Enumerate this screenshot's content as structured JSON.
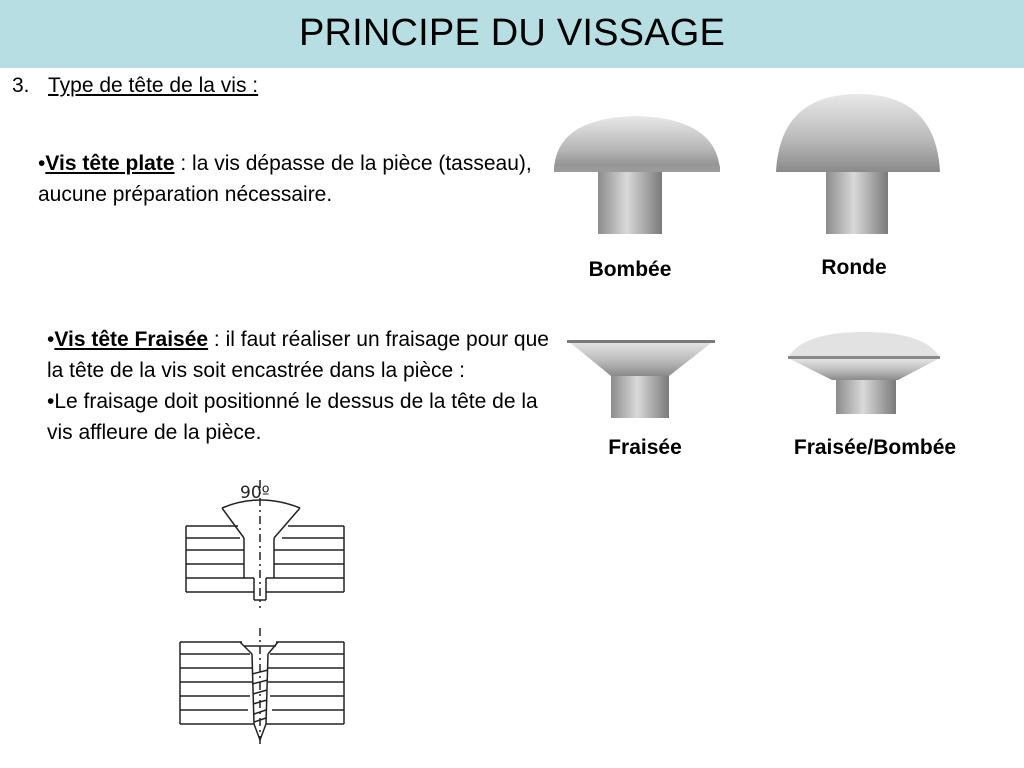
{
  "title": "PRINCIPE DU VISSAGE",
  "section": {
    "number": "3.",
    "label": "Type de tête de la vis :"
  },
  "plate": {
    "bullet": "•",
    "term": "Vis tête plate",
    "text": " : la vis dépasse de la pièce (tasseau), aucune préparation nécessaire."
  },
  "fraisee": {
    "bullet": "•",
    "term": "Vis tête Fraisée",
    "text": " : il faut réaliser un fraisage pour que la tête de la vis soit encastrée dans la pièce :",
    "bullet2": "•",
    "text2": "Le fraisage doit positionné le dessus de la tête de la vis affleure de la pièce."
  },
  "heads": {
    "bombee": "Bombée",
    "ronde": "Ronde",
    "fraisee": "Fraisée",
    "fraisee_bombee": "Fraisée/Bombée"
  },
  "drawing": {
    "angle_label": "90º"
  }
}
